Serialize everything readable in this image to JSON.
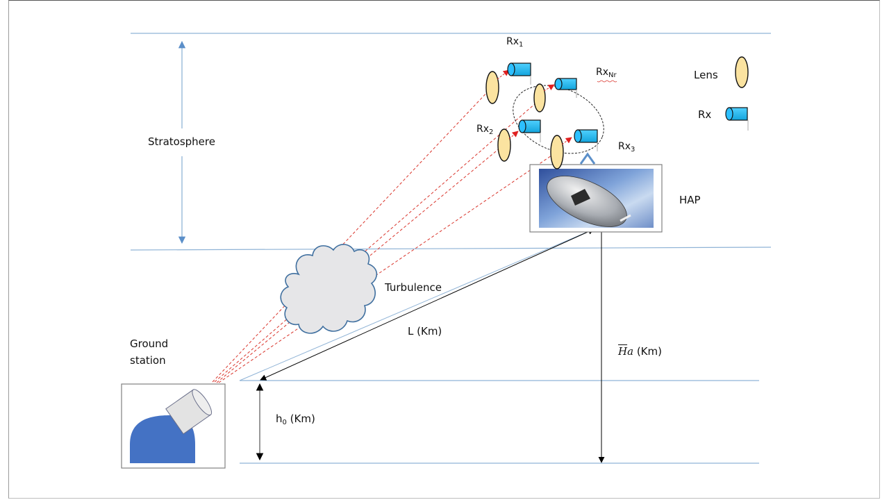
{
  "labels": {
    "stratosphere": "Stratosphere",
    "turbulence": "Turbulence",
    "ground_station_line1": "Ground",
    "ground_station_line2": "station",
    "hap": "HAP",
    "link_distance": "L (Km)",
    "ground_height_symbol": "h",
    "ground_height_sub": "0",
    "ground_height_unit": " (Km)",
    "hap_altitude_symbol_h": "H",
    "hap_altitude_symbol_a": "a",
    "hap_altitude_unit": " (Km)",
    "rx1": "Rx",
    "rx1_sub": "1",
    "rx2": "Rx",
    "rx2_sub": "2",
    "rx3": "Rx",
    "rx3_sub": "3",
    "rxnr": "Rx",
    "rxnr_sub": "Nr"
  },
  "legend": {
    "lens_label": "Lens",
    "rx_label": "Rx"
  },
  "colors": {
    "layer_line": "#8fb3d6",
    "beam": "#d9342b",
    "lens_fill": "#fbe3a0",
    "rx_fill": "#1fb8f0",
    "cloud_fill": "#e6e6e8",
    "cloud_stroke": "#3f6f9f",
    "station_body": "#4472c4",
    "telescope": "#e3e3e3"
  },
  "receivers": [
    {
      "name": "rx1"
    },
    {
      "name": "rxnr"
    },
    {
      "name": "rx2"
    },
    {
      "name": "rx3"
    }
  ]
}
